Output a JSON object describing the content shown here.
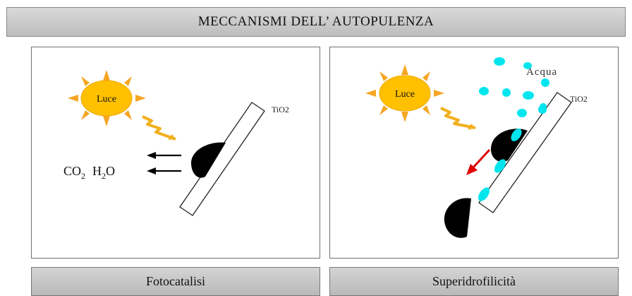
{
  "header": {
    "title": "MECCANISMI DELL’ AUTOPULENZA"
  },
  "left_panel": {
    "sun_label": "Luce",
    "coating_label": "TiO2",
    "products": {
      "co2": "CO",
      "co2_sub": "2",
      "h2o_h": "H",
      "h2o_sub": "2",
      "h2o_o": "O"
    },
    "caption": "Fotocatalisi"
  },
  "right_panel": {
    "sun_label": "Luce",
    "coating_label": "TiO2",
    "water_label": "Acqua",
    "caption": "Superidrofilicità"
  },
  "colors": {
    "sun_fill": "#ffc000",
    "sun_ray": "#f5a623",
    "lightning": "#f2b01c",
    "dirt": "#000000",
    "water": "#00e5ee",
    "arrow_red": "#e00000"
  }
}
